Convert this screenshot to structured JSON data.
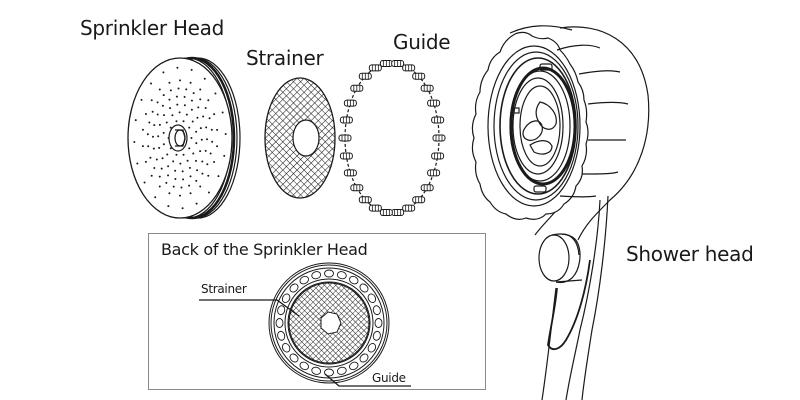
{
  "labels": {
    "sprinkler_head": "Sprinkler Head",
    "strainer": "Strainer",
    "guide": "Guide",
    "shower_head": "Shower head"
  },
  "inset": {
    "title": "Back of the Sprinkler Head",
    "strainer_callout": "Strainer",
    "guide_callout": "Guide"
  },
  "colors": {
    "line": "#1a1a1a",
    "border": "#8a8a8a",
    "background": "#ffffff"
  }
}
